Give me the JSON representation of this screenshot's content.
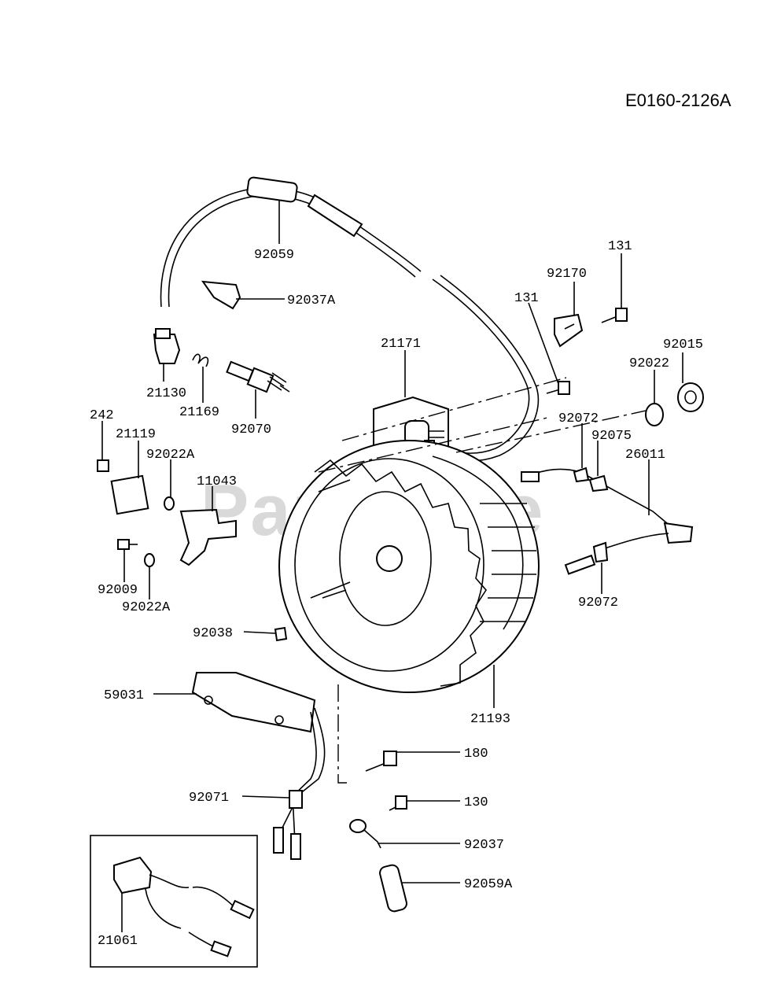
{
  "diagram_code": "E0160-2126A",
  "watermark": "PartsTree",
  "labels": {
    "p92059": "92059",
    "p92037A": "92037A",
    "p131a": "131",
    "p92170": "92170",
    "p131b": "131",
    "p21171": "21171",
    "p92015": "92015",
    "p92022": "92022",
    "p21130": "21130",
    "p21169": "21169",
    "p92070": "92070",
    "p242": "242",
    "p21119": "21119",
    "p92022A_top": "92022A",
    "p11043": "11043",
    "p92072_top": "92072",
    "p92075": "92075",
    "p26011": "26011",
    "p92009": "92009",
    "p92022A_bot": "92022A",
    "p92072_bot": "92072",
    "p92038": "92038",
    "p59031": "59031",
    "p21193": "21193",
    "p180": "180",
    "p92071": "92071",
    "p130": "130",
    "p92037": "92037",
    "p92059A": "92059A",
    "p21061": "21061"
  }
}
